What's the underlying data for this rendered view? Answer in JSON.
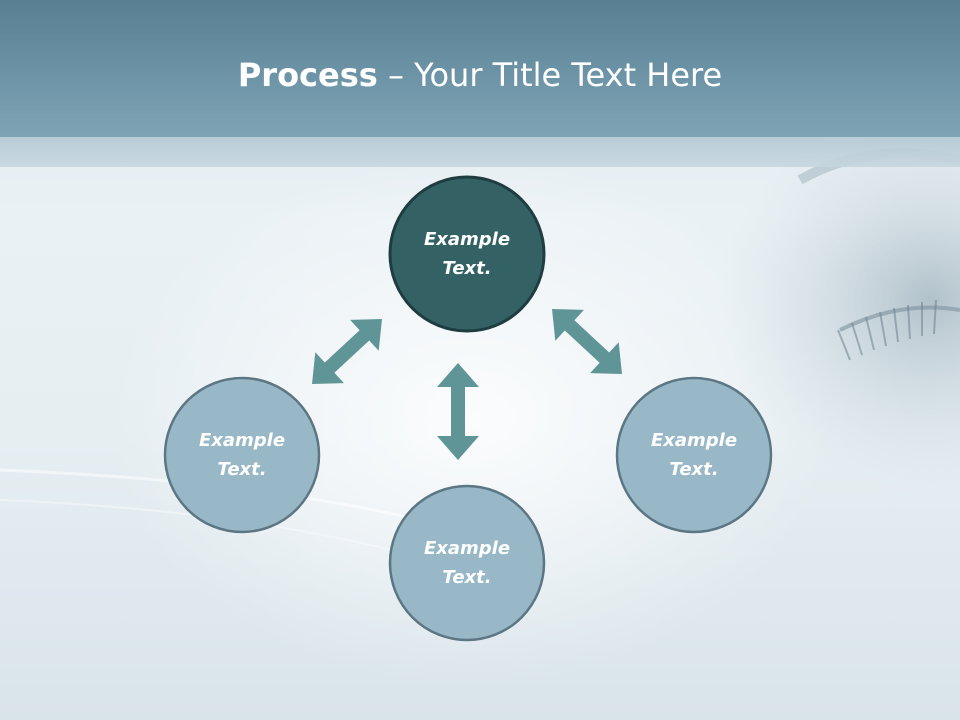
{
  "slide": {
    "title_bold": "Process",
    "title_rest": " – Your Title Text Here"
  },
  "colors": {
    "header": "#6d94a6",
    "node_dark": "#346264",
    "node_light": "#98b8c7",
    "node_border": "#5c7683",
    "arrow": "#5f9597"
  },
  "diagram": {
    "nodes": [
      {
        "label": "Example\nText.",
        "style": "dark"
      },
      {
        "label": "Example\nText.",
        "style": "light"
      },
      {
        "label": "Example\nText.",
        "style": "light"
      },
      {
        "label": "Example\nText.",
        "style": "light"
      }
    ],
    "arrows": [
      {
        "from": 0,
        "to": 1,
        "bidirectional": true
      },
      {
        "from": 0,
        "to": 2,
        "bidirectional": true
      },
      {
        "from": 0,
        "to": 3,
        "bidirectional": true
      }
    ]
  }
}
